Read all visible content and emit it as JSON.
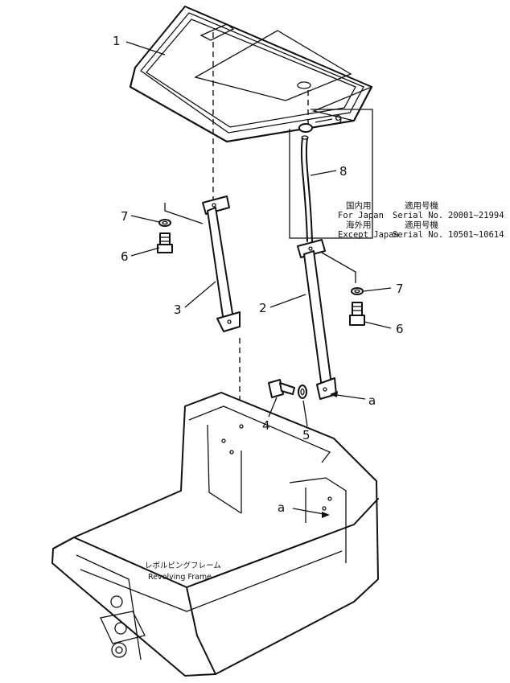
{
  "parts": {
    "p1": "1",
    "p2": "2",
    "p3": "3",
    "p4": "4",
    "p5": "5",
    "p6_left": "6",
    "p6_right": "6",
    "p7_left": "7",
    "p7_right": "7",
    "p8": "8",
    "p9": "9"
  },
  "refs": {
    "a_top": "a",
    "a_bottom": "a"
  },
  "serial_note": {
    "row1": {
      "jp": "国内用",
      "serial_jp": "適用号機"
    },
    "row2": {
      "market": "For Japan",
      "serial_label": "Serial No.",
      "range": "20001~21994"
    },
    "row3": {
      "jp": "海外用",
      "serial_jp": "適用号機"
    },
    "row4": {
      "market": "Except Japan",
      "serial_label": "Serial No.",
      "range": "10501~10614"
    }
  },
  "frame_label": {
    "jp": "レボルビングフレーム",
    "en": "Revolving Frame"
  }
}
